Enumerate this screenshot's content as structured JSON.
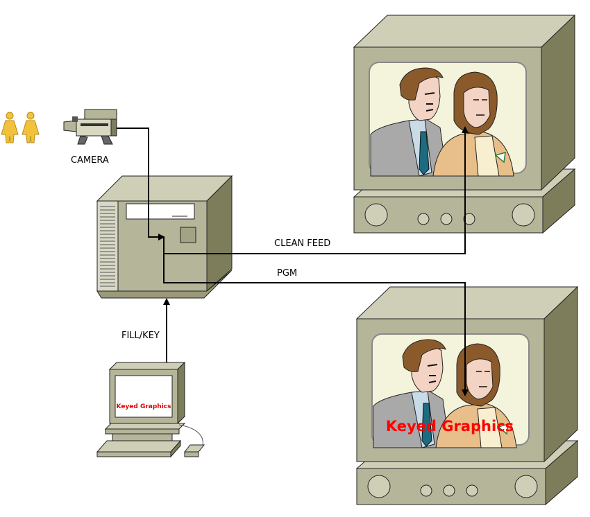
{
  "labels": {
    "camera": "CAMERA",
    "clean_feed": "CLEAN FEED",
    "pgm": "PGM",
    "fill_key": "FILL/KEY"
  },
  "graphics": {
    "pc_screen_text": "Keyed Graphics",
    "overlay_text": "Keyed Graphics",
    "overlay_color": "#ff0000"
  },
  "colors": {
    "device_front": "#b5b59a",
    "device_top": "#cfcfb8",
    "device_side": "#7d7d5c",
    "screen_bg": "#f4f4dc",
    "figure": "#f3c23c"
  }
}
